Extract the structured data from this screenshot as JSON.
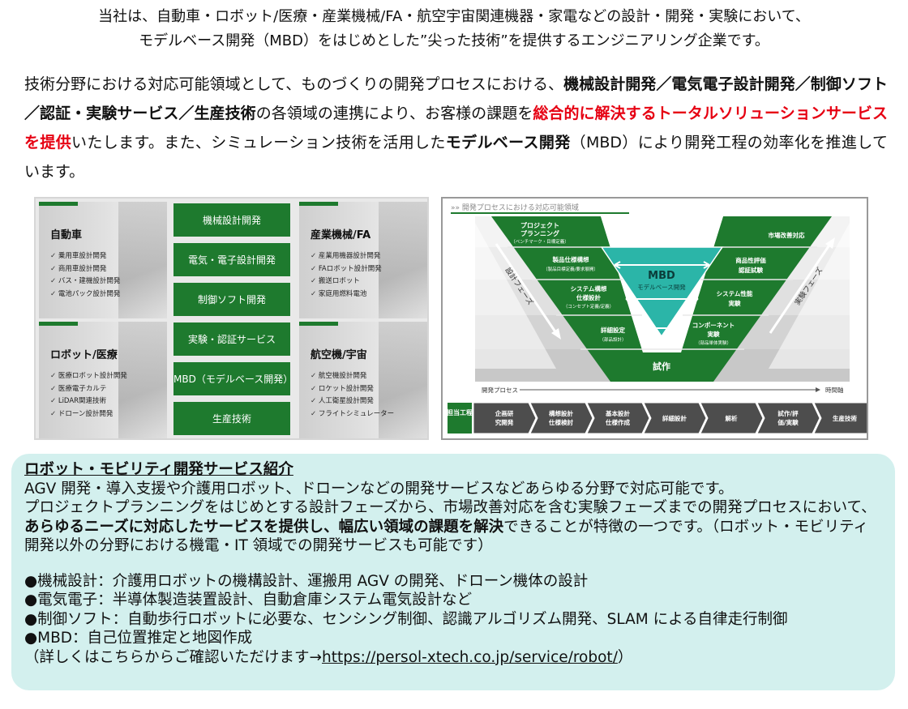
{
  "intro": {
    "line1": "当社は、自動車・ロボット/医療・産業機械/FA・航空宇宙関連機器・家電などの設計・開発・実験において、",
    "line2": "モデルベース開発（MBD）をはじめとした”尖った技術”を提供するエンジニアリング企業です。"
  },
  "paragraph": {
    "t1": "技術分野における対応可能領域として、ものづくりの開発プロセスにおける、",
    "b1": "機械設計開発／電気電子設計開発／制御ソフト／認証・実験サービス／生産技術",
    "t2": "の各領域の連携により、お客様の課題を",
    "r1": "総合的に解決するトータルソリューションサービスを提供",
    "t3": "いたします。また、シミュレーション技術を活用した",
    "b2": "モデルベース開発",
    "t4": "（MBD）により開発工程の効率化を推進しています。"
  },
  "left_panel": {
    "cards": [
      {
        "title": "自動車",
        "items": [
          "乗用車設計開発",
          "商用車設計開発",
          "バス・建機設計開発",
          "電池パック設計開発"
        ]
      },
      {
        "title": "産業機械/FA",
        "items": [
          "産業用機器設計開発",
          "FAロボット設計開発",
          "搬送ロボット",
          "家庭用燃料電池"
        ]
      },
      {
        "title": "ロボット/医療",
        "items": [
          "医療ロボット設計開発",
          "医療電子カルテ",
          "LiDAR関連技術",
          "ドローン設計開発"
        ]
      },
      {
        "title": "航空機/宇宙",
        "items": [
          "航空機設計開発",
          "ロケット設計開発",
          "人工衛星設計開発",
          "フライトシミュレーター"
        ]
      }
    ],
    "buttons": [
      "機械設計開発",
      "電気・電子設計開発",
      "制御ソフト開発",
      "実験・認証サービス",
      "MBD（モデルベース開発）",
      "生産技術"
    ]
  },
  "right_panel": {
    "header": "»» 開発プロセスにおける対応可能領域",
    "left_v": [
      {
        "l1": "プロジェクト",
        "l2": "プランニング",
        "l3": "（ベンチマーク・目標定義）"
      },
      {
        "l1": "製品仕様構想",
        "l2": "（製品目標定義/要求展開）",
        "l3": ""
      },
      {
        "l1": "システム構想",
        "l2": "仕様設計",
        "l3": "（コンセプト定義/定義）"
      },
      {
        "l1": "詳細設定",
        "l2": "（部品設計）",
        "l3": ""
      }
    ],
    "right_v": [
      {
        "l1": "市場改善対応",
        "l2": "",
        "l3": ""
      },
      {
        "l1": "商品性評価",
        "l2": "認証試験",
        "l3": ""
      },
      {
        "l1": "システム性能",
        "l2": "実験",
        "l3": ""
      },
      {
        "l1": "コンポーネント",
        "l2": "実験",
        "l3": "（部品単体実験）"
      }
    ],
    "mbd": "MBD",
    "mbd_sub": "モデルベース開発",
    "trial": "試作",
    "design_phase": "設計フェーズ",
    "test_phase": "実験フェーズ",
    "process_label": "開発プロセス",
    "time_label": "時間軸",
    "tanto": "担当工程",
    "steps": [
      "企画研究開発",
      "構想設計仕様検討",
      "基本設計仕様作成",
      "詳細設計",
      "解析",
      "試作/評価/実験",
      "生産技術"
    ]
  },
  "service": {
    "heading": "ロボット・モビリティ開発サービス紹介",
    "p1": "AGV 開発・導入支援や介護用ロボット、ドローンなどの開発サービスなどあらゆる分野で対応可能です。",
    "p2a": "プロジェクトプランニングをはじめとする設計フェーズから、市場改善対応を含む実験フェーズまでの開発プロセスにおいて、",
    "p2b": "あらゆるニーズに対応したサービスを提供し、幅広い領域の課題を解決",
    "p2c": "できることが特徴の一つです。（ロボット・モビリティ開発以外の分野における機電・IT 領域での開発サービスも可能です）",
    "bullets": [
      "●機械設計：介護用ロボットの機構設計、運搬用 AGV の開発、ドローン機体の設計",
      "●電気電子：半導体製造装置設計、自動倉庫システム電気設計など",
      "●制御ソフト：自動歩行ロボットに必要な、センシング制御、認識アルゴリズム開発、SLAM による自律走行制御",
      "●MBD：自己位置推定と地図作成"
    ],
    "link_prefix": "（詳しくはこちらからご確認いただけます→",
    "link_url": "https://persol-xtech.co.jp/service/robot/",
    "link_suffix": "）"
  }
}
